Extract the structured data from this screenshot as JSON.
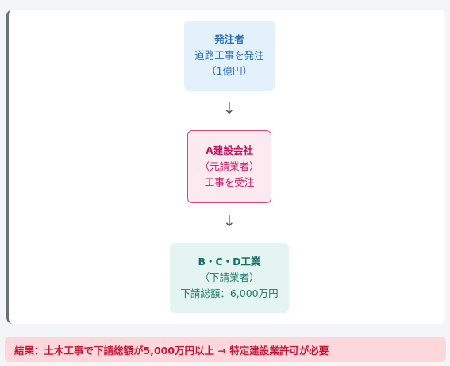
{
  "diagram": {
    "client": {
      "title": "発注者",
      "line1": "道路工事を発注",
      "line2": "（1億円）"
    },
    "arrow_1": "↓",
    "prime": {
      "title": "A建設会社",
      "line1": "（元請業者）",
      "line2": "工事を受注"
    },
    "arrow_2": "↓",
    "sub": {
      "title": "B・C・D工業",
      "line1": "（下請業者）",
      "line2": "下請総額：6,000万円"
    }
  },
  "result": {
    "text": "結果：土木工事で下請総額が5,000万円以上 → 特定建設業許可が必要"
  },
  "colors": {
    "client_bg": "#e3f1fc",
    "prime_bg": "#fdeaf1",
    "prime_border": "#d9487a",
    "sub_bg": "#e3f4f1",
    "result_bg": "#fdd7dc",
    "result_text": "#c2183b"
  }
}
